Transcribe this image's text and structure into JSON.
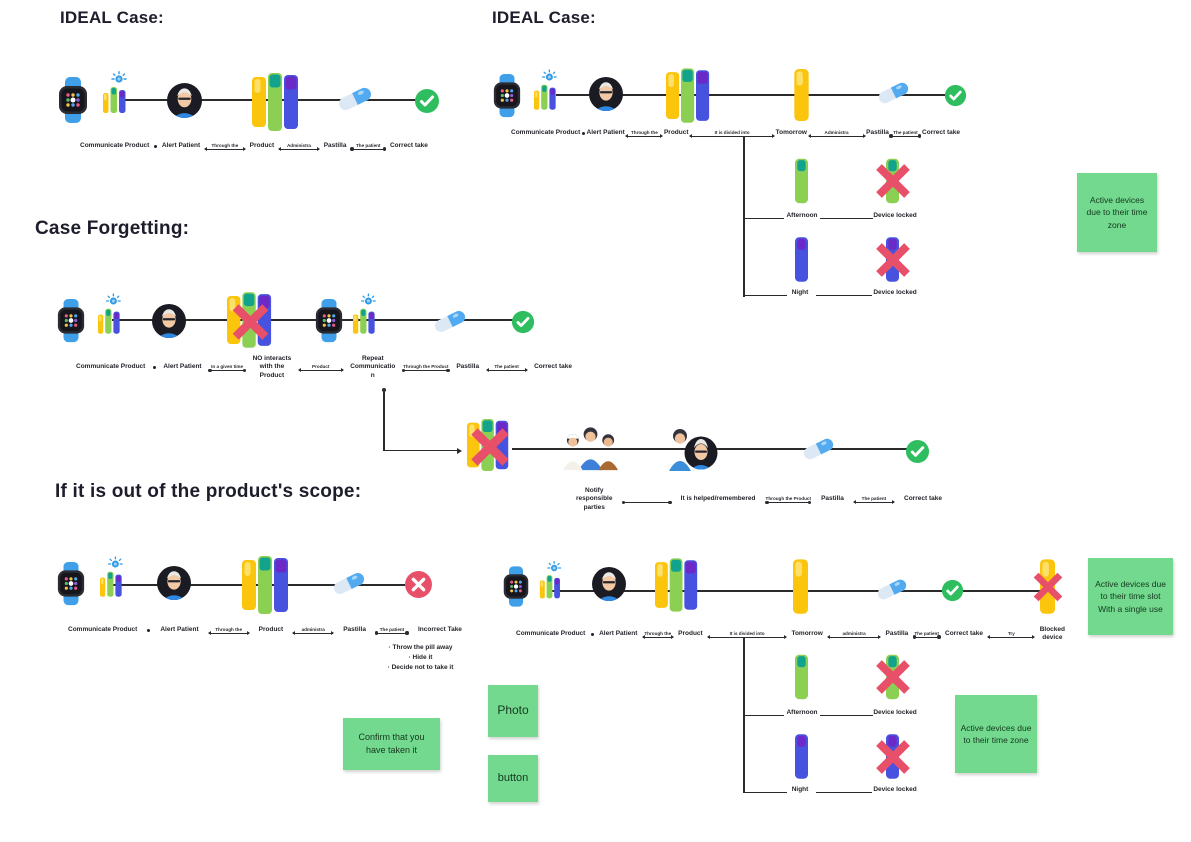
{
  "headings": {
    "ideal_left": "IDEAL Case:",
    "ideal_right": "IDEAL Case:",
    "forgetting": "Case Forgetting:",
    "out_of_scope": "If it is out of the product's scope:"
  },
  "flows": {
    "ideal_left": {
      "steps": [
        "Communicate Product",
        "Alert Patient",
        "Product",
        "Pastilla",
        "Correct take"
      ],
      "conns": [
        "Through the",
        "Administra",
        "The patient"
      ]
    },
    "ideal_right": {
      "steps": [
        "Communicate Product",
        "Alert Patient",
        "Product",
        "Tomorrow",
        "Pastilla",
        "Correct take"
      ],
      "conns": [
        "Through the",
        "It is divided into",
        "Administra",
        "The patient"
      ],
      "branches": [
        {
          "time": "Afternoon",
          "status": "Device locked"
        },
        {
          "time": "Night",
          "status": "Device locked"
        }
      ]
    },
    "forgetting": {
      "steps": [
        "Communicate Product",
        "Alert Patient",
        "NO interacts\nwith the\nProduct",
        "Repeat\nCommunicatio\nn",
        "Pastilla",
        "Correct take"
      ],
      "conns": [
        "In a given time",
        "Product",
        "Through the Product",
        "The patient"
      ]
    },
    "helped": {
      "steps": [
        "Notify\nresponsible\nparties",
        "It is helped/remembered",
        "Pastilla",
        "Correct take"
      ],
      "conns": [
        "",
        "Through the Product",
        "The patient"
      ]
    },
    "incorrect": {
      "steps": [
        "Communicate Product",
        "Alert Patient",
        "Product",
        "Pastilla",
        "Incorrect Take"
      ],
      "conns": [
        "Through the",
        "administra",
        "The patient"
      ],
      "bullets": [
        "Throw the pill away",
        "Hide it",
        "Decide not to take it"
      ]
    },
    "blocked": {
      "steps": [
        "Communicate Product",
        "Alert Patient",
        "Product",
        "Tomorrow",
        "Pastilla",
        "Correct take",
        "Blocked\ndevice"
      ],
      "conns": [
        "Through the",
        "It is divided into",
        "administra",
        "The patient",
        "Try"
      ],
      "branches": [
        {
          "time": "Afternoon",
          "status": "Device locked"
        },
        {
          "time": "Night",
          "status": "Device locked"
        }
      ]
    }
  },
  "stickies": {
    "timezone_top": "Active devices due to their time zone",
    "confirm": "Confirm that you have taken it",
    "photo": "Photo",
    "button": "button",
    "timeslot": "Active devices due to their time slot With a single use",
    "timezone_bottom": "Active devices due to their time zone"
  },
  "colors": {
    "sticky_green": "#72D98E",
    "success_green": "#2FBE5F",
    "error_red": "#E8506A",
    "bottle_yellow": "#FBC40D",
    "bottle_green": "#8CD053",
    "bottle_blue": "#4753DE",
    "watch_blue": "#3F9FE8",
    "capsule_blue": "#52AAF0"
  },
  "icons": {
    "smartwatch": "smartwatch with app grid",
    "alert": "blue alert sun over pill bottles",
    "patient": "elderly patient avatar",
    "pill_bottles": "three pill bottles",
    "single_bottle": "single pill bottle",
    "capsule": "pill capsule",
    "correct": "green check circle",
    "incorrect": "red cross circle",
    "blocked_cross": "red X cross",
    "caregivers": "group of caregivers",
    "helper_with_patient": "caregiver with patient"
  }
}
